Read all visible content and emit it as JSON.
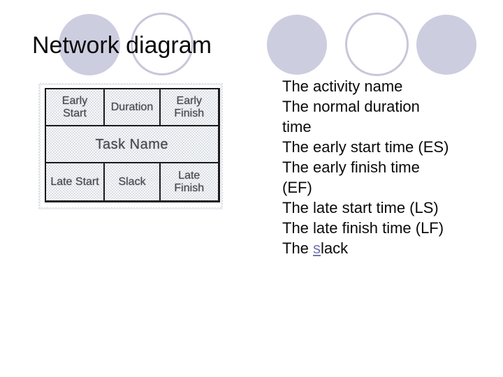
{
  "slide": {
    "title": "Network diagram"
  },
  "node_table": {
    "row1": [
      "Early\nStart",
      "Duration",
      "Early\nFinish"
    ],
    "row2": [
      "Task Name"
    ],
    "row3": [
      "Late Start",
      "Slack",
      "Late\nFinish"
    ]
  },
  "description_list": {
    "lines": [
      "The activity name",
      "The normal duration",
      "time",
      "The early start time (ES)",
      "The early finish time",
      "(EF)",
      "The late start time (LS)",
      "The late finish time (LF)"
    ],
    "slack_line": {
      "prefix": "The ",
      "link_text": "s",
      "rest": "lack"
    }
  },
  "colors": {
    "circle_fill": "#cdcde0",
    "circle_outline": "#c7c7da",
    "link": "#7173b0",
    "table_border": "#1a1a1d",
    "table_text": "#45454d"
  }
}
